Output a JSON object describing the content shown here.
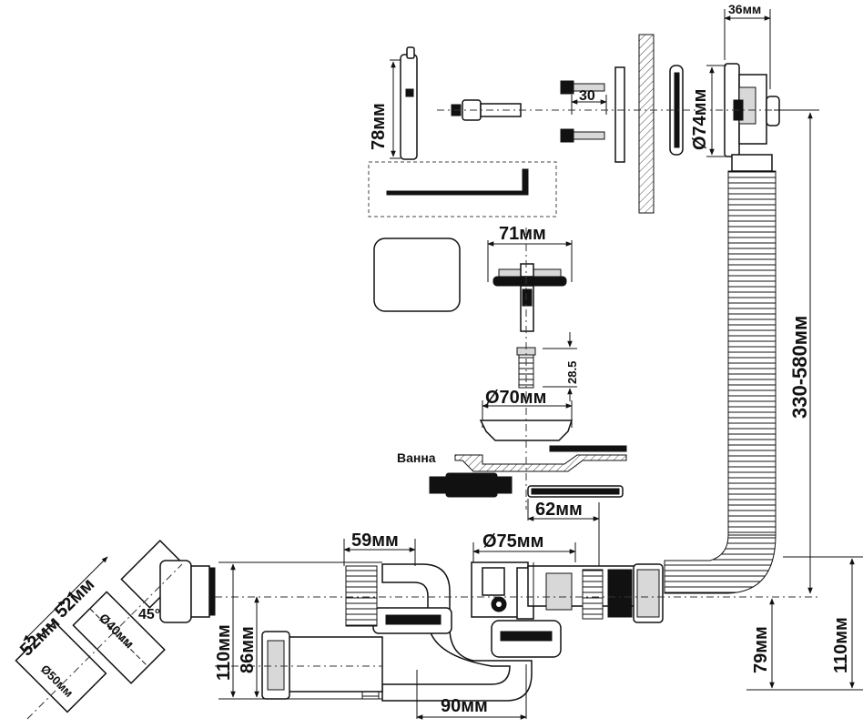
{
  "diagram": {
    "labels": {
      "overflow_height": "78мм",
      "bolt_length": "30",
      "overflow_depth": "36мм",
      "overflow_diameter": "Ø74мм",
      "plug_width": "71мм",
      "screw_length": "28.5",
      "drain_diameter": "Ø70мм",
      "bath": "Ванна",
      "gasket_diameter": "62мм",
      "hose_length": "330-580мм",
      "outlet_length": "59мм",
      "trap_diameter": "Ø75мм",
      "pipe_length_a": "52мм",
      "pipe_length_b": "52мм",
      "pipe_diameter_40": "Ø40мм",
      "pipe_diameter_50": "Ø50мм",
      "angle": "45°",
      "height_110_left": "110мм",
      "height_86": "86мм",
      "spacing_90": "90мм",
      "height_79": "79мм",
      "height_110_right": "110мм"
    }
  }
}
